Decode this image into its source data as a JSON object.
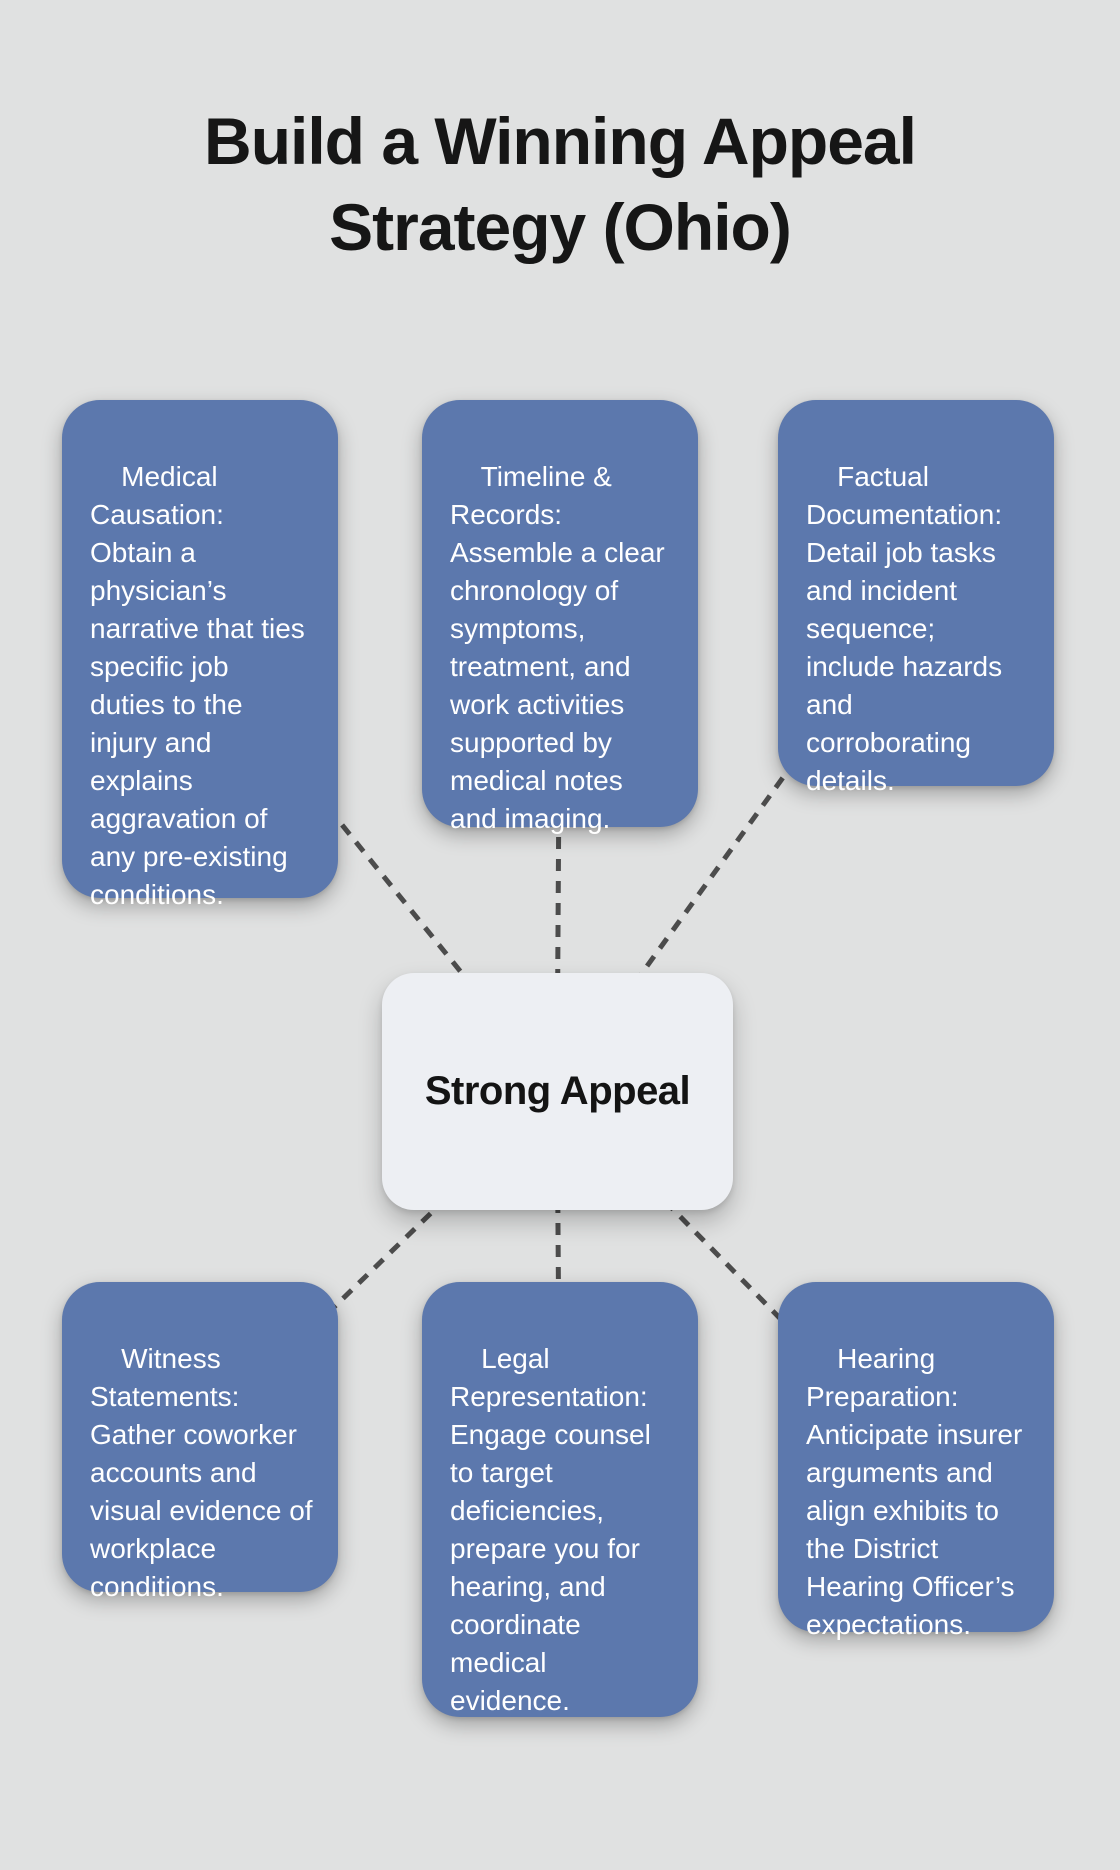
{
  "title": "Build a Winning Appeal\nStrategy (Ohio)",
  "center": {
    "label": "Strong Appeal"
  },
  "nodes": [
    {
      "id": "medical-causation",
      "text": "Medical\nCausation:\nObtain a\nphysician’s\nnarrative that ties\nspecific job\nduties to the\ninjury and\nexplains\naggravation of\nany pre-existing\nconditions."
    },
    {
      "id": "timeline-records",
      "text": "Timeline &\nRecords:\nAssemble a clear\nchronology of\nsymptoms,\ntreatment, and\nwork activities\nsupported by\nmedical notes\nand imaging."
    },
    {
      "id": "factual-documentation",
      "text": "Factual\nDocumentation:\nDetail job tasks\nand incident\nsequence;\ninclude hazards\nand\ncorroborating\ndetails."
    },
    {
      "id": "witness-statements",
      "text": "Witness\nStatements:\nGather coworker\naccounts and\nvisual evidence of\nworkplace\nconditions."
    },
    {
      "id": "legal-representation",
      "text": "Legal\nRepresentation:\nEngage counsel\nto target\ndeficiencies,\nprepare you for\nhearing, and\ncoordinate\nmedical\nevidence."
    },
    {
      "id": "hearing-preparation",
      "text": "Hearing\nPreparation:\nAnticipate insurer\narguments and\nalign exhibits to\nthe District\nHearing Officer’s\nexpectations."
    }
  ],
  "colors": {
    "bg": "#e0e1e1",
    "node_fill": "#5c78ad",
    "node_text": "#ffffff",
    "center_fill": "#edeff3",
    "center_text": "#141414",
    "connector": "#4c4c4c",
    "title_text": "#161616"
  }
}
